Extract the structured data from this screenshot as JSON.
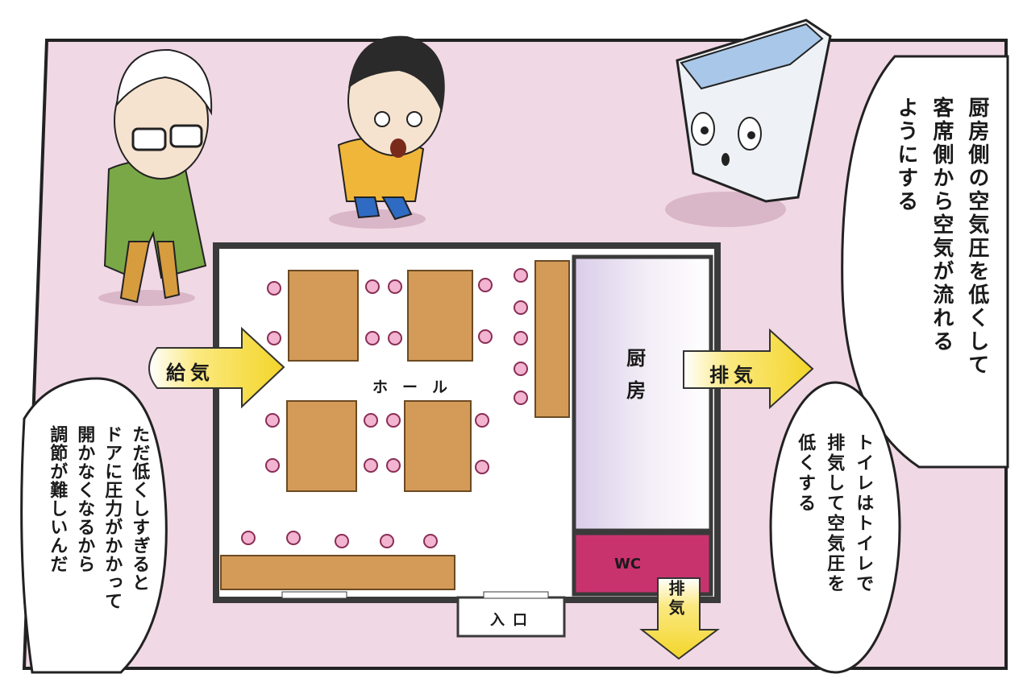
{
  "labels": {
    "hall": "ホール",
    "kitchen": "厨房",
    "wc": "WC",
    "entrance": "入口",
    "supply_air": "給気",
    "exhaust_air_kitchen": "排気",
    "exhaust_air_wc": "排気"
  },
  "bubbles": {
    "hood_speech": [
      "厨房側の空気圧を低くして",
      "客席側から空気が流れる",
      "ようにする"
    ],
    "hood_speech_small": [
      "トイレはトイレで",
      "排気して空気圧を",
      "低くする"
    ],
    "man_speech": [
      "ただ低くしすぎると",
      "ドアに圧力がかかって",
      "開かなくなるから",
      "調節が難しいんだ"
    ]
  },
  "colors": {
    "background_pink": "#f1d8e5",
    "table_brown": "#d39a58",
    "chair_pink": "#f2b4d0",
    "arrow_yellow": "#f7e042",
    "wc_magenta": "#c8336e",
    "wall_dark": "#3a3a3a"
  },
  "characters": [
    "older-man",
    "boy",
    "range-hood-mascot"
  ]
}
